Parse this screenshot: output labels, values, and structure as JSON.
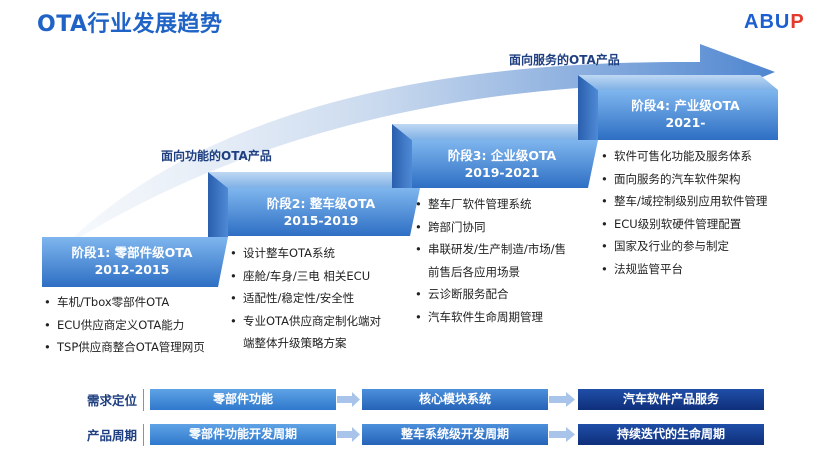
{
  "title": "OTA行业发展趋势",
  "logo": {
    "text": "ABUP"
  },
  "arrow_labels": {
    "service": "面向服务的OTA产品",
    "function": "面向功能的OTA产品"
  },
  "stages": [
    {
      "label": "阶段1: 零部件级OTA",
      "years": "2012-2015",
      "bullets": [
        "车机/Tbox零部件OTA",
        "ECU供应商定义OTA能力",
        "TSP供应商整合OTA管理网页"
      ]
    },
    {
      "label": "阶段2: 整车级OTA",
      "years": "2015-2019",
      "bullets": [
        "设计整车OTA系统",
        "座舱/车身/三电 相关ECU",
        "适配性/稳定性/安全性",
        "专业OTA供应商定制化端对|端整体升级策略方案"
      ]
    },
    {
      "label": "阶段3: 企业级OTA",
      "years": "2019-2021",
      "bullets": [
        "整车厂软件管理系统",
        "跨部门协同",
        "串联研发/生产制造/市场/售|前售后各应用场景",
        "云诊断服务配合",
        "汽车软件生命周期管理"
      ]
    },
    {
      "label": "阶段4: 产业级OTA",
      "years": "2021-",
      "bullets": [
        "软件可售化功能及服务体系",
        "面向服务的汽车软件架构",
        "整车/域控制级别应用软件管理",
        "ECU级别软硬件管理配置",
        "国家及行业的参与制定",
        "法规监管平台"
      ]
    }
  ],
  "rows": [
    {
      "label": "需求定位",
      "items": [
        "零部件功能",
        "核心模块系统",
        "汽车软件产品服务"
      ]
    },
    {
      "label": "产品周期",
      "items": [
        "零部件功能开发周期",
        "整车系统级开发周期",
        "持续迭代的生命周期"
      ]
    }
  ],
  "colors": {
    "title": "#1f63c6",
    "stage_light": "#5a9be3",
    "stage_dark": "#1e4fa3",
    "bar_dark": "#0f2f7a"
  }
}
